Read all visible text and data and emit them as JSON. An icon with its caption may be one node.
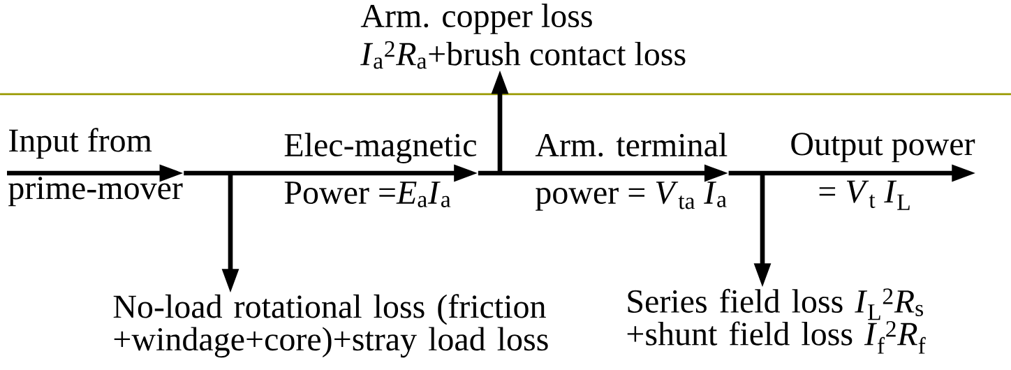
{
  "diagram": {
    "nodes": [
      {
        "text": [
          "Input from",
          "prime-mover"
        ]
      },
      {
        "text": [
          "Elec-magnetic",
          "Power =*E*$_{a}$*I*$_{a}$"
        ]
      },
      {
        "text": [
          "Arm. terminal",
          "power = *V*$_{ta}$ *I*$_{a}$"
        ]
      },
      {
        "text": [
          "Output power",
          "= *V*$_{t}$ *I*$_{L}$"
        ]
      },
      {
        "text": [
          "No-load rotational loss (friction +windage+core)+stray load loss"
        ]
      },
      {
        "text": [
          "Arm. copper loss",
          "*I*$_{a}$$^{2}$*R*$_{a}$+brush contact loss"
        ]
      },
      {
        "text": [
          "Series field loss *I*$_{L}$$^{2}$*R*$_{s}$ +shunt field loss *I*$_{f}$$^{2}$*R*$_{f}$"
        ]
      }
    ],
    "edges": [
      {
        "from": null,
        "to": 0,
        "arrow": "to"
      },
      {
        "from": 0,
        "to": 1,
        "arrow": "to"
      },
      {
        "from": 1,
        "to": 2,
        "arrow": "to"
      },
      {
        "from": 2,
        "to": 3,
        "arrow": "to"
      },
      {
        "from": null,
        "to": 4,
        "arrow": "to"
      },
      {
        "from": null,
        "to": 5,
        "arrow": "to"
      },
      {
        "from": null,
        "to": 6,
        "arrow": "to"
      }
    ]
  }
}
